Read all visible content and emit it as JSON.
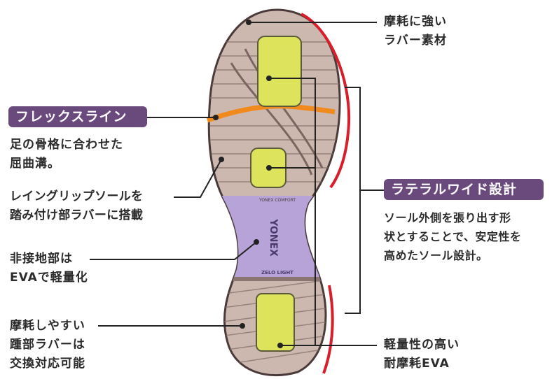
{
  "labels": {
    "wear_resistant": [
      "摩耗に強い",
      "ラバー素材"
    ],
    "flex_line_title": "フレックスライン",
    "flex_line_desc": [
      "足の骨格に合わせた",
      "屈曲溝。"
    ],
    "rain_grip": [
      "レイングリップソールを",
      "踏み付け部ラバーに搭載"
    ],
    "non_contact": [
      "非接地部は",
      "EVAで軽量化"
    ],
    "heel_rubber": [
      "摩耗しやすい",
      "踵部ラバーは",
      "交換対応可能"
    ],
    "lateral_wide_title": "ラテラルワイド設計",
    "lateral_wide_desc": [
      "ソール外側を張り出す形",
      "状とすることで、安定性を",
      "高めたソール設計。"
    ],
    "light_eva": [
      "軽量性の高い",
      "耐摩耗EVA"
    ]
  },
  "sole_print": {
    "brand": "YONEX",
    "tag_top": "YONEX COMFORT",
    "tag_bottom": "ZELO LIGHT"
  },
  "colors": {
    "badge": "#6a4a7c",
    "flex_line": "#f08a1c",
    "lateral_line": "#d81e2a",
    "rubber": "#cdb8b0",
    "eva_mid": "#b7a3d8",
    "pad": "#dde35a",
    "text": "#2b2b2b"
  }
}
